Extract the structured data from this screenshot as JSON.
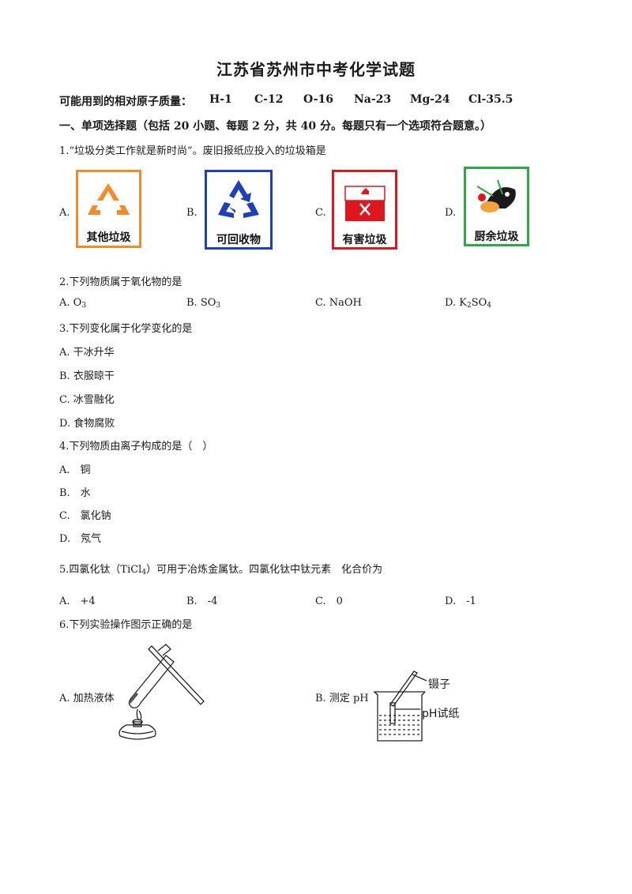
{
  "title": "江苏省苏州市中考化学试题",
  "atomic_mass": {
    "label": "可能用到的相对原子质量：",
    "items": [
      "H-1",
      "C-12",
      "O-16",
      "Na-23",
      "Mg-24",
      "Cl-35.5"
    ]
  },
  "section1": {
    "heading": "一、单项选择题（包括 20 小题、每题 2 分，共 40 分。每题只有一个选项符合题意。）"
  },
  "q1": {
    "text": "1.“垃圾分类工作就是新时尚”。废旧报纸应投入的垃圾箱是",
    "options": [
      {
        "letter": "A.",
        "bin_label": "其他垃圾",
        "color": "#f28c28"
      },
      {
        "letter": "B.",
        "bin_label": "可回收物",
        "color": "#1e3fb8"
      },
      {
        "letter": "C.",
        "bin_label": "有害垃圾",
        "color": "#e0161f"
      },
      {
        "letter": "D.",
        "bin_label": "厨余垃圾",
        "color": "#2aa84a"
      }
    ]
  },
  "q2": {
    "text": "2.下列物质属于氧化物的是",
    "options": [
      {
        "letter": "A.",
        "main": "O",
        "sub": "3",
        "tail": ""
      },
      {
        "letter": "B.",
        "main": "SO",
        "sub": "3",
        "tail": ""
      },
      {
        "letter": "C.",
        "main": "NaOH",
        "sub": "",
        "tail": ""
      },
      {
        "letter": "D.",
        "main": "K",
        "sub": "2",
        "tail": "SO",
        "sub2": "4"
      }
    ]
  },
  "q3": {
    "text": "3.下列变化属于化学变化的是",
    "options": [
      "A. 干冰升华",
      "B. 衣服晾干",
      "C. 冰雪融化",
      "D. 食物腐败"
    ]
  },
  "q4": {
    "text": "4.下列物质由离子构成的是（　）",
    "options": [
      "A.　铜",
      "B.　水",
      "C.　氯化钠",
      "D.　氖气"
    ]
  },
  "q5": {
    "text_pre": "5.四氯化钛（TiCl",
    "text_sub": "4",
    "text_post": "）可用于冶炼金属钛。四氯化钛中钛元素　化合价为",
    "options": [
      "A.　+4",
      "B.　-4",
      "C.　0",
      "D.　-1"
    ]
  },
  "q6": {
    "text": "6.下列实验操作图示正确的是",
    "option_a": "A. 加热液体",
    "option_b": "B. 测定 pH",
    "fig_b_labels": [
      "镊子",
      "pH试纸"
    ]
  }
}
